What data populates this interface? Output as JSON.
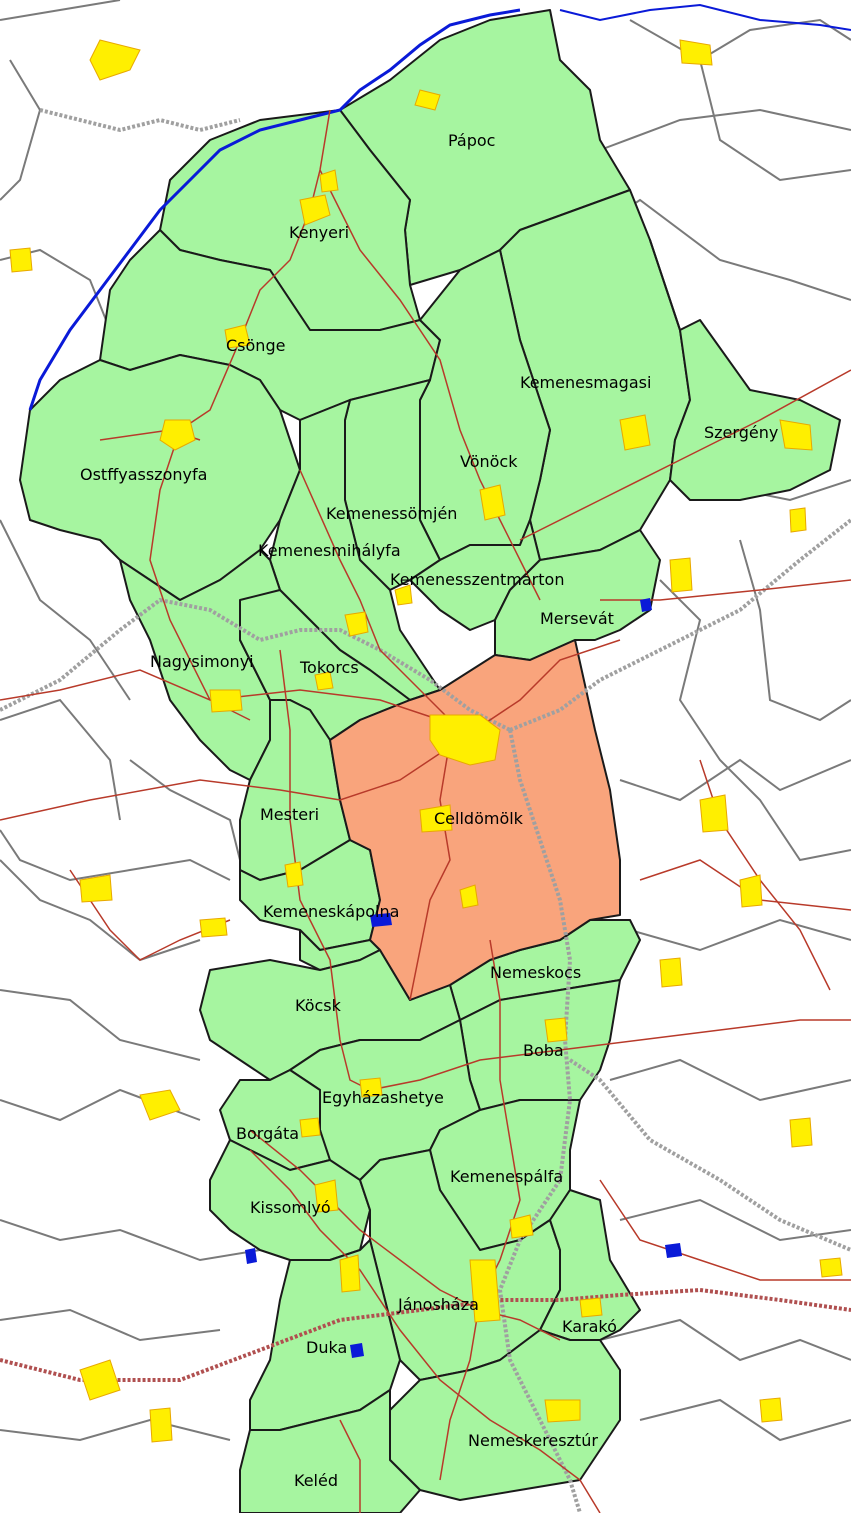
{
  "map": {
    "colors": {
      "background": "#ffffff",
      "district_fill": "#a6f5a0",
      "highlight_fill": "#f9a47c",
      "border": "#1a1a1a",
      "outside_border": "#7a7a7a",
      "river": "#0a1ad8",
      "road": "#b83a2a",
      "railway": "#a0a0a0",
      "railway_red": "#b05050",
      "settlement": "#ffef00",
      "settlement_outline": "#e8a800",
      "lake": "#0a1ad8"
    },
    "highlighted": "Celldömölk",
    "labels": {
      "papoc": "Pápoc",
      "kenyeri": "Kenyeri",
      "csonge": "Csönge",
      "kemenesmagasi": "Kemenesmagasi",
      "szergeny": "Szergény",
      "ostffyasszonyfa": "Ostffyasszonyfa",
      "vonock": "Vönöck",
      "kemenessomjen": "Kemenessömjén",
      "kemenesmihalyfa": "Kemenesmihályfa",
      "kemenesszentmarton": "Kemenesszentmárton",
      "mersevat": "Mersevát",
      "nagysimonyi": "Nagysimonyi",
      "tokorcs": "Tokorcs",
      "mesteri": "Mesteri",
      "celldomolk": "Celldömölk",
      "kemeneskapolna": "Kemeneskápolna",
      "nemeskocs": "Nemeskocs",
      "kocsk": "Köcsk",
      "boba": "Boba",
      "egyhazashetye": "Egyházashetye",
      "borgata": "Borgáta",
      "kemenespalfa": "Kemenespálfa",
      "kissomlyo": "Kissomlyó",
      "janoshaza": "Jánosháza",
      "karako": "Karakó",
      "duka": "Duka",
      "nemeskeresztur": "Nemeskeresztúr",
      "keled": "Keléd"
    }
  }
}
